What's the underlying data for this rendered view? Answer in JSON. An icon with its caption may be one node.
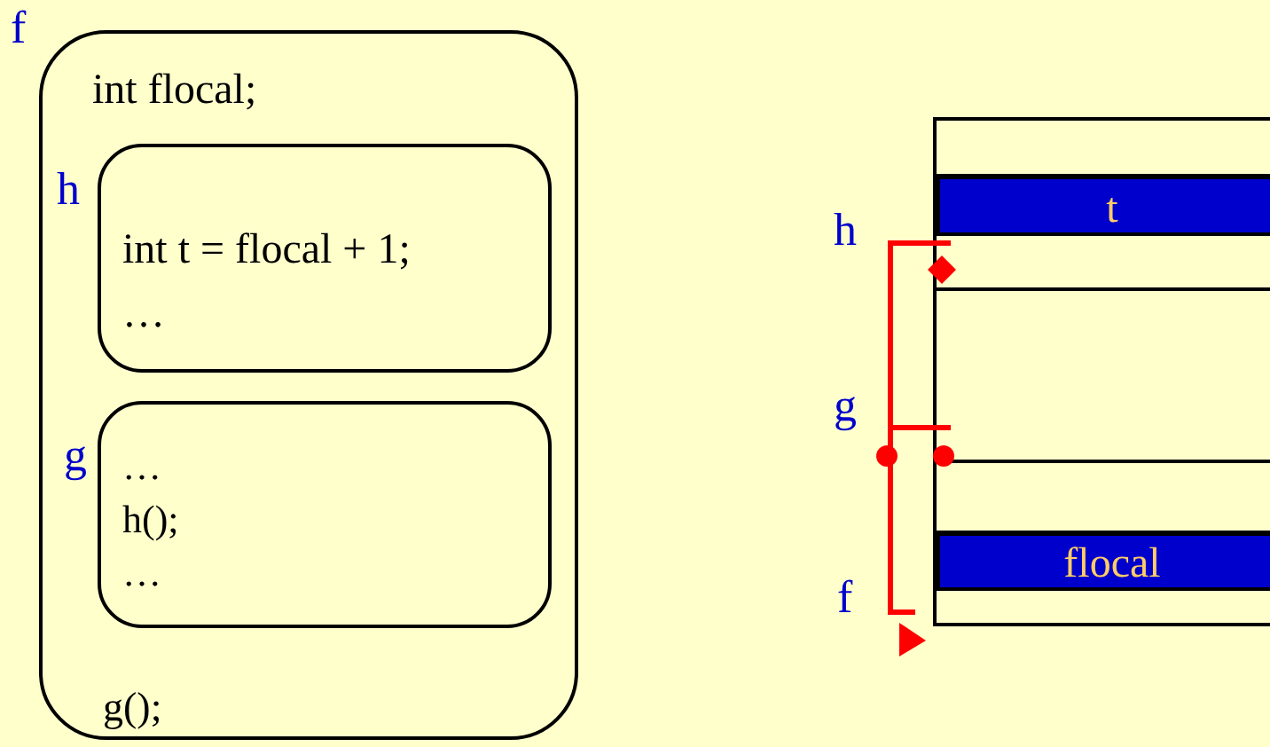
{
  "diagram": {
    "nodes": [
      {
        "text": [
          "f",
          "int flocal;",
          "g();"
        ]
      },
      {
        "text": [
          "h",
          "int t = flocal + 1;",
          "…"
        ],
        "in": 0
      },
      {
        "text": [
          "g",
          "…",
          "h();",
          "…"
        ],
        "in": 0
      },
      {
        "text": [],
        "shape": "box"
      },
      {
        "text": [
          "t"
        ],
        "in": 3
      },
      {
        "text": [
          "flocal"
        ],
        "in": 3
      }
    ],
    "labels": [
      "h",
      "g",
      "f"
    ]
  }
}
